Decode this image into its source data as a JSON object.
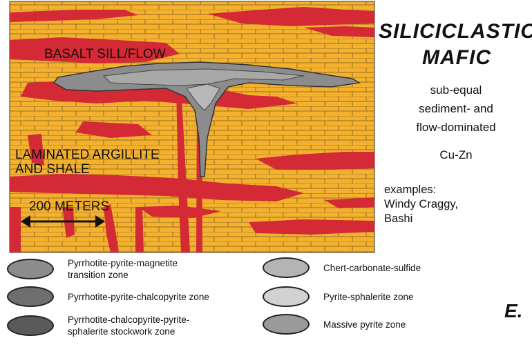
{
  "title": {
    "line1": "SILICICLASTIC",
    "line2": "MAFIC"
  },
  "description": {
    "line1": "sub-equal",
    "line2": "sediment- and",
    "line3": "flow-dominated",
    "type": "Cu-Zn"
  },
  "examples": {
    "label": "examples:",
    "line1": "Windy Craggy,",
    "line2": "Bashi"
  },
  "diagram": {
    "basalt_label": "BASALT SILL/FLOW",
    "argillite_label_line1": "LAMINATED ARGILLITE",
    "argillite_label_line2": "AND SHALE",
    "scale_label": "200 METERS"
  },
  "legend": [
    {
      "label": "Pyrrhotite-pyrite-magnetite\ntransition zone",
      "color": "#8c8c8c"
    },
    {
      "label": "Pyrrhotite-pyrite-chalcopyrite zone",
      "color": "#6e6e6e"
    },
    {
      "label": "Pyrrhotite-chalcopyrite-pyrite-\nsphalerite stockwork zone",
      "color": "#5a5a5a"
    },
    {
      "label": "Chert-carbonate-sulfide",
      "color": "#b4b4b4"
    },
    {
      "label": "Pyrite-sphalerite zone",
      "color": "#d2d2d2"
    },
    {
      "label": "Massive pyrite zone",
      "color": "#9a9a9a"
    }
  ],
  "panel_letter": "E.",
  "colors": {
    "sediment": "#f4b12e",
    "basalt": "#d42a35",
    "sulfide": "#8c8c8c"
  }
}
